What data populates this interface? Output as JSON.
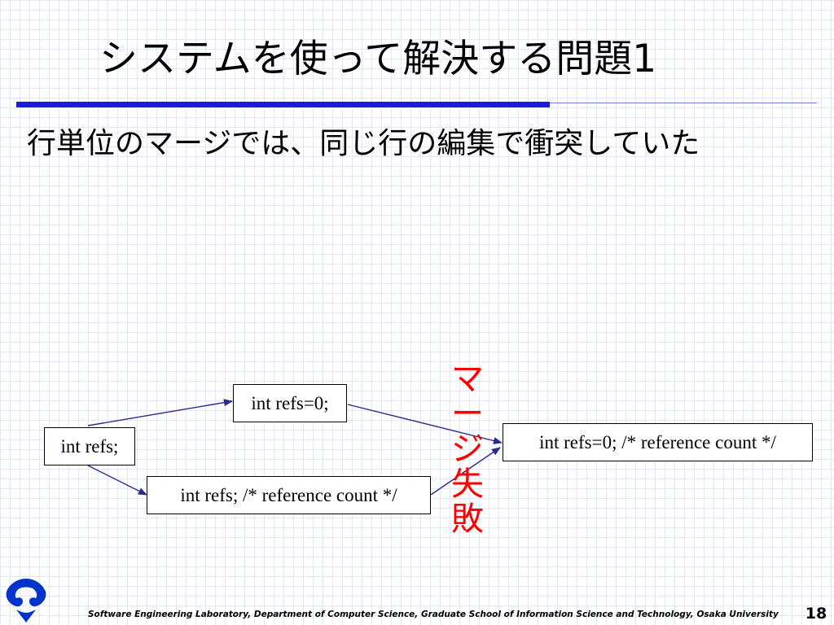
{
  "slide": {
    "title": "システムを使って解決する問題1",
    "subtitle": "行単位のマージでは、同じ行の編集で衝突していた",
    "footer": "Software Engineering Laboratory, Department of Computer Science, Graduate School of Information Science and Technology, Osaka University",
    "page_number": "18"
  },
  "diagram": {
    "nodes": {
      "base": "int refs;",
      "edit_top": "int refs=0;",
      "edit_bottom": "int refs; /* reference count */",
      "result": "int refs=0; /* reference count */"
    },
    "merge_label": [
      "マ",
      "ー",
      "ジ",
      "失",
      "敗"
    ]
  },
  "colors": {
    "accent_rule": "#1b1bd8",
    "arrow": "#2b2b8c",
    "merge_fail": "#ff0000",
    "logo": "#0033cc"
  }
}
